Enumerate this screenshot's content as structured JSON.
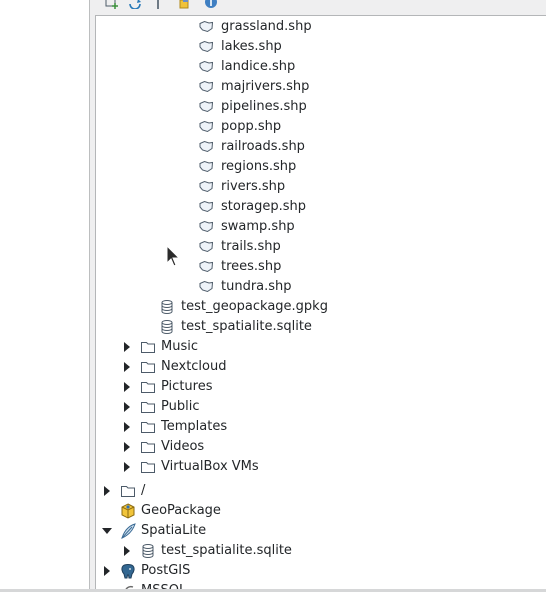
{
  "toolbar": {
    "buttons": [
      {
        "icon": "add-layer-icon"
      },
      {
        "icon": "refresh-icon"
      },
      {
        "icon": "filter-icon"
      },
      {
        "icon": "collapse-all-icon"
      },
      {
        "icon": "info-icon"
      }
    ]
  },
  "tree": {
    "shapefiles": [
      "grassland.shp",
      "lakes.shp",
      "landice.shp",
      "majrivers.shp",
      "pipelines.shp",
      "popp.shp",
      "railroads.shp",
      "regions.shp",
      "rivers.shp",
      "storagep.shp",
      "swamp.shp",
      "trails.shp",
      "trees.shp",
      "tundra.shp"
    ],
    "databases": [
      "test_geopackage.gpkg",
      "test_spatialite.sqlite"
    ],
    "home_folders": [
      "Music",
      "Nextcloud",
      "Pictures",
      "Public",
      "Templates",
      "Videos",
      "VirtualBox VMs"
    ],
    "root_label": "/",
    "providers": {
      "geopackage": "GeoPackage",
      "spatialite": "SpatiaLite",
      "spatialite_child": "test_spatialite.sqlite",
      "postgis": "PostGIS",
      "mssql": "MSSQL"
    }
  },
  "colors": {
    "panel_bg": "#efeff0",
    "tree_bg": "#ffffff",
    "text": "#232629",
    "icon_stroke": "#4d5b69"
  }
}
